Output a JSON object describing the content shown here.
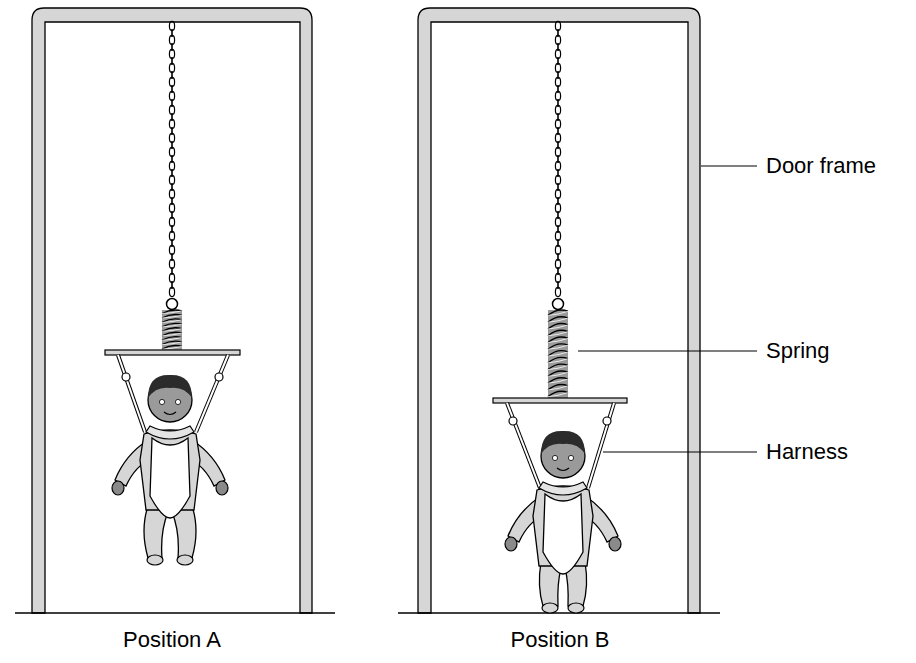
{
  "diagram": {
    "labels": [
      "Door frame",
      "Spring",
      "Harness",
      "Position A",
      "Position B"
    ]
  }
}
